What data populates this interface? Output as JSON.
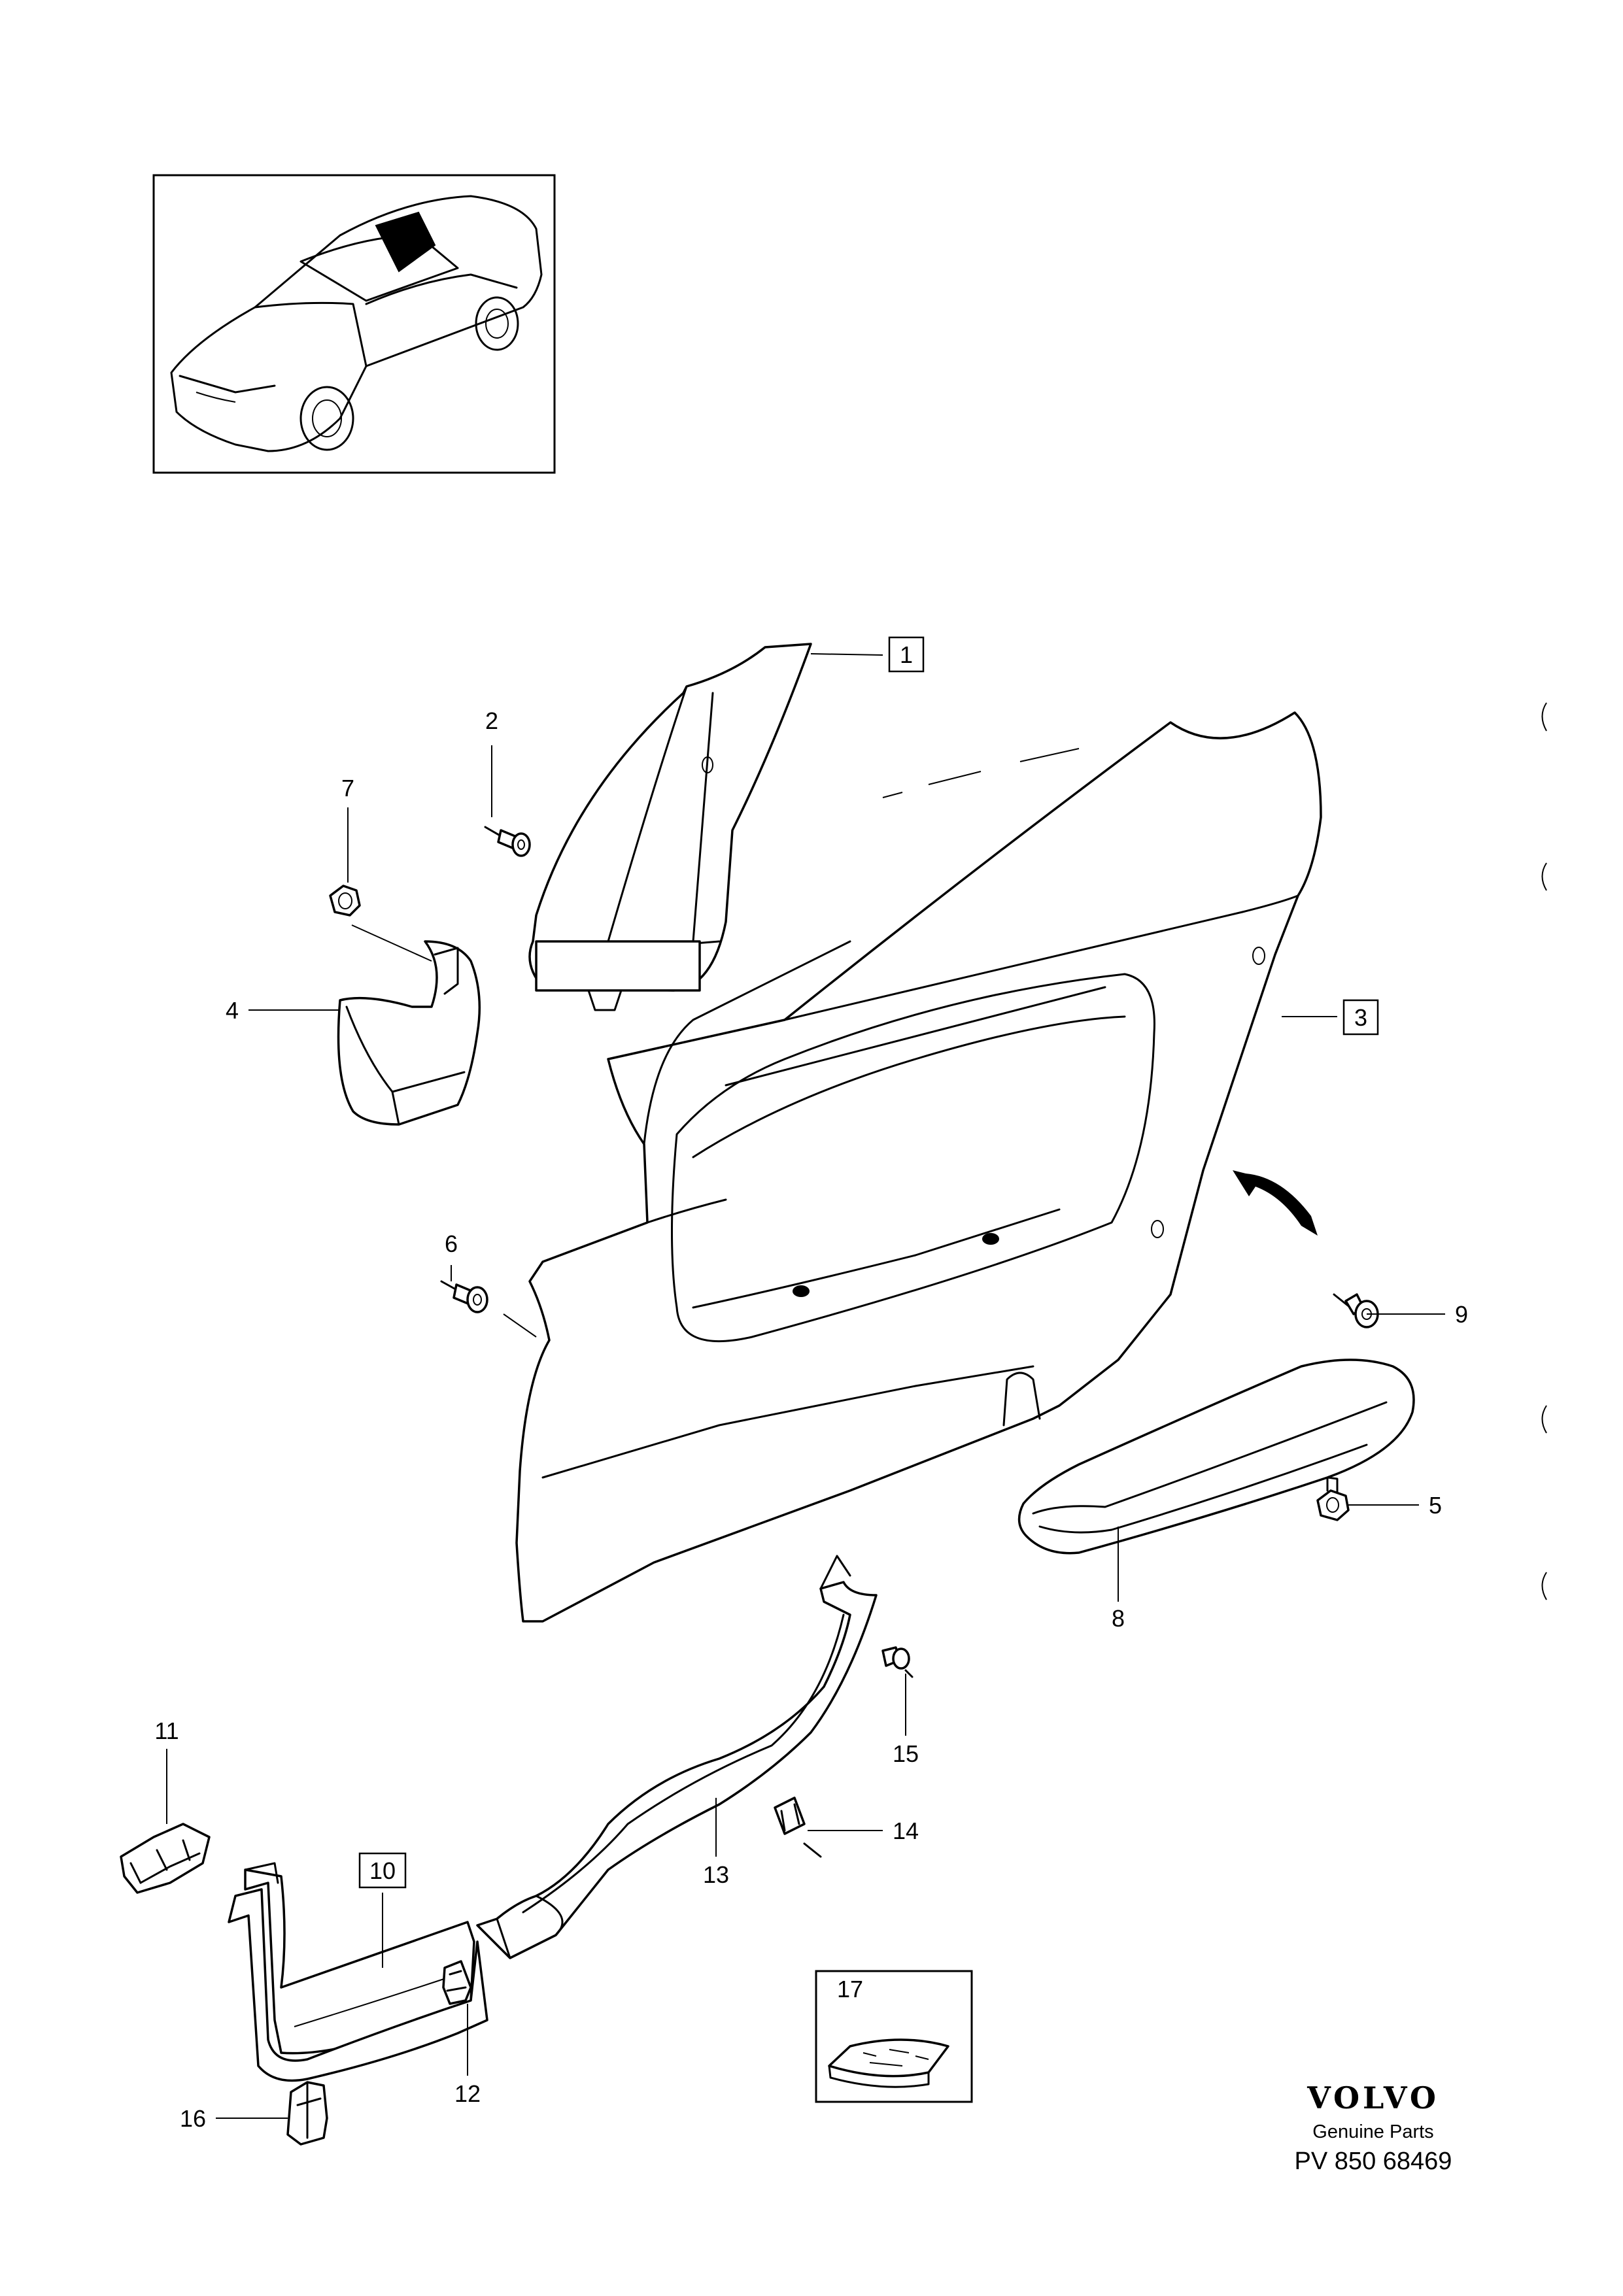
{
  "callouts": {
    "c1": "1",
    "c2": "2",
    "c3": "3",
    "c4": "4",
    "c5": "5",
    "c6": "6",
    "c7": "7",
    "c8": "8",
    "c9": "9",
    "c10": "10",
    "c11": "11",
    "c12": "12",
    "c13": "13",
    "c14": "14",
    "c15": "15",
    "c16": "16",
    "c17": "17"
  },
  "branding": {
    "brand": "VOLVO",
    "subtitle": "Genuine Parts",
    "part_number": "PV 850 68469"
  },
  "icons": [
    "car-locator-icon",
    "upholstery-sample-icon"
  ]
}
